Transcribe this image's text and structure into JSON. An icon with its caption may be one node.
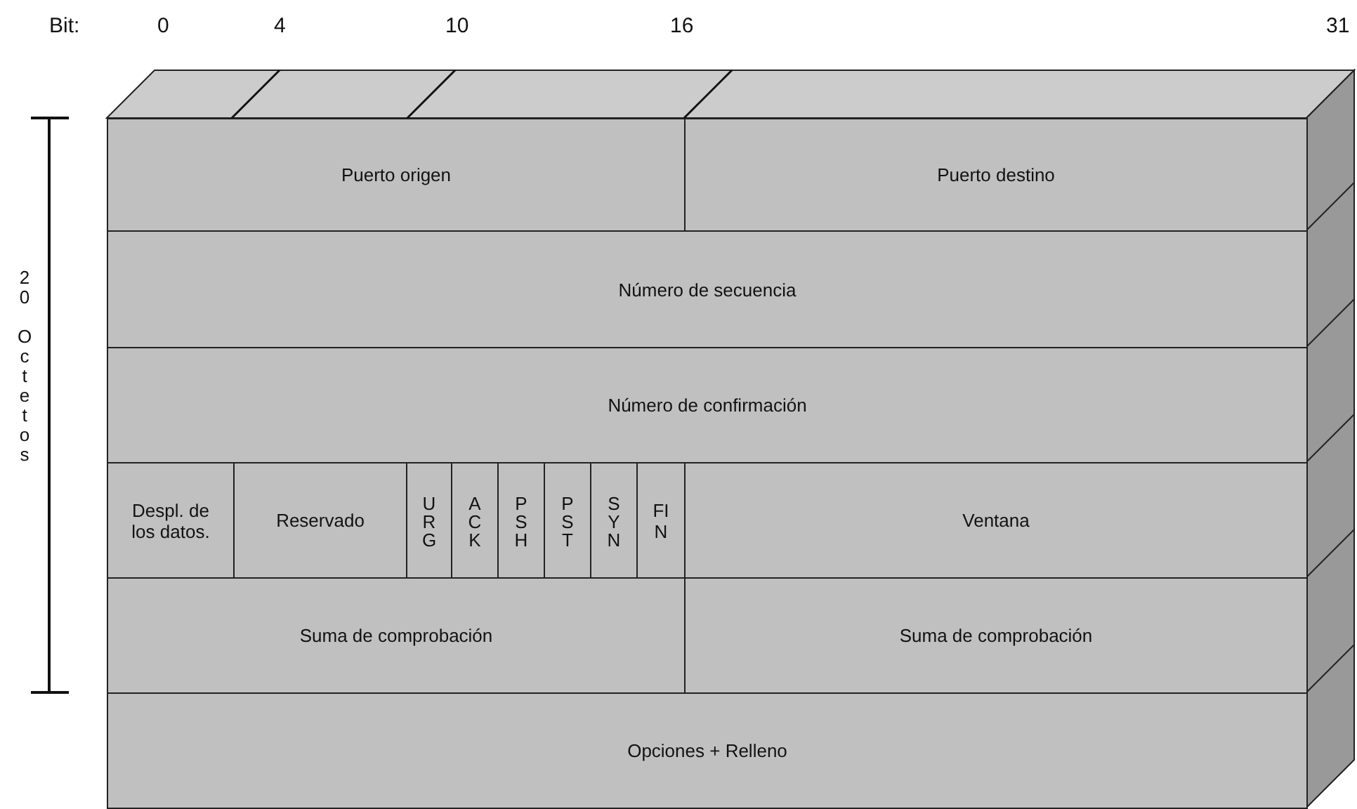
{
  "diagram": {
    "nodes": [
      {
        "text": [
          "Puerto origen"
        ]
      },
      {
        "text": [
          "Puerto destino"
        ]
      },
      {
        "text": [
          "Número de secuencia"
        ]
      },
      {
        "text": [
          "Número de confirmación"
        ]
      },
      {
        "text": [
          "Despl. de los datos."
        ]
      },
      {
        "text": [
          "Reservado"
        ]
      },
      {
        "text": [
          "URG"
        ]
      },
      {
        "text": [
          "ACK"
        ]
      },
      {
        "text": [
          "PSH"
        ]
      },
      {
        "text": [
          "PST"
        ]
      },
      {
        "text": [
          "SYN"
        ]
      },
      {
        "text": [
          "FIN"
        ]
      },
      {
        "text": [
          "Ventana"
        ]
      },
      {
        "text": [
          "Suma de comprobación"
        ]
      },
      {
        "text": [
          "Suma de comprobación"
        ]
      },
      {
        "text": [
          "Opciones + Relleno"
        ]
      }
    ],
    "edges": [],
    "labels": [
      "Bit:",
      "0",
      "4",
      "10",
      "16",
      "31",
      "20 Octetos"
    ]
  }
}
